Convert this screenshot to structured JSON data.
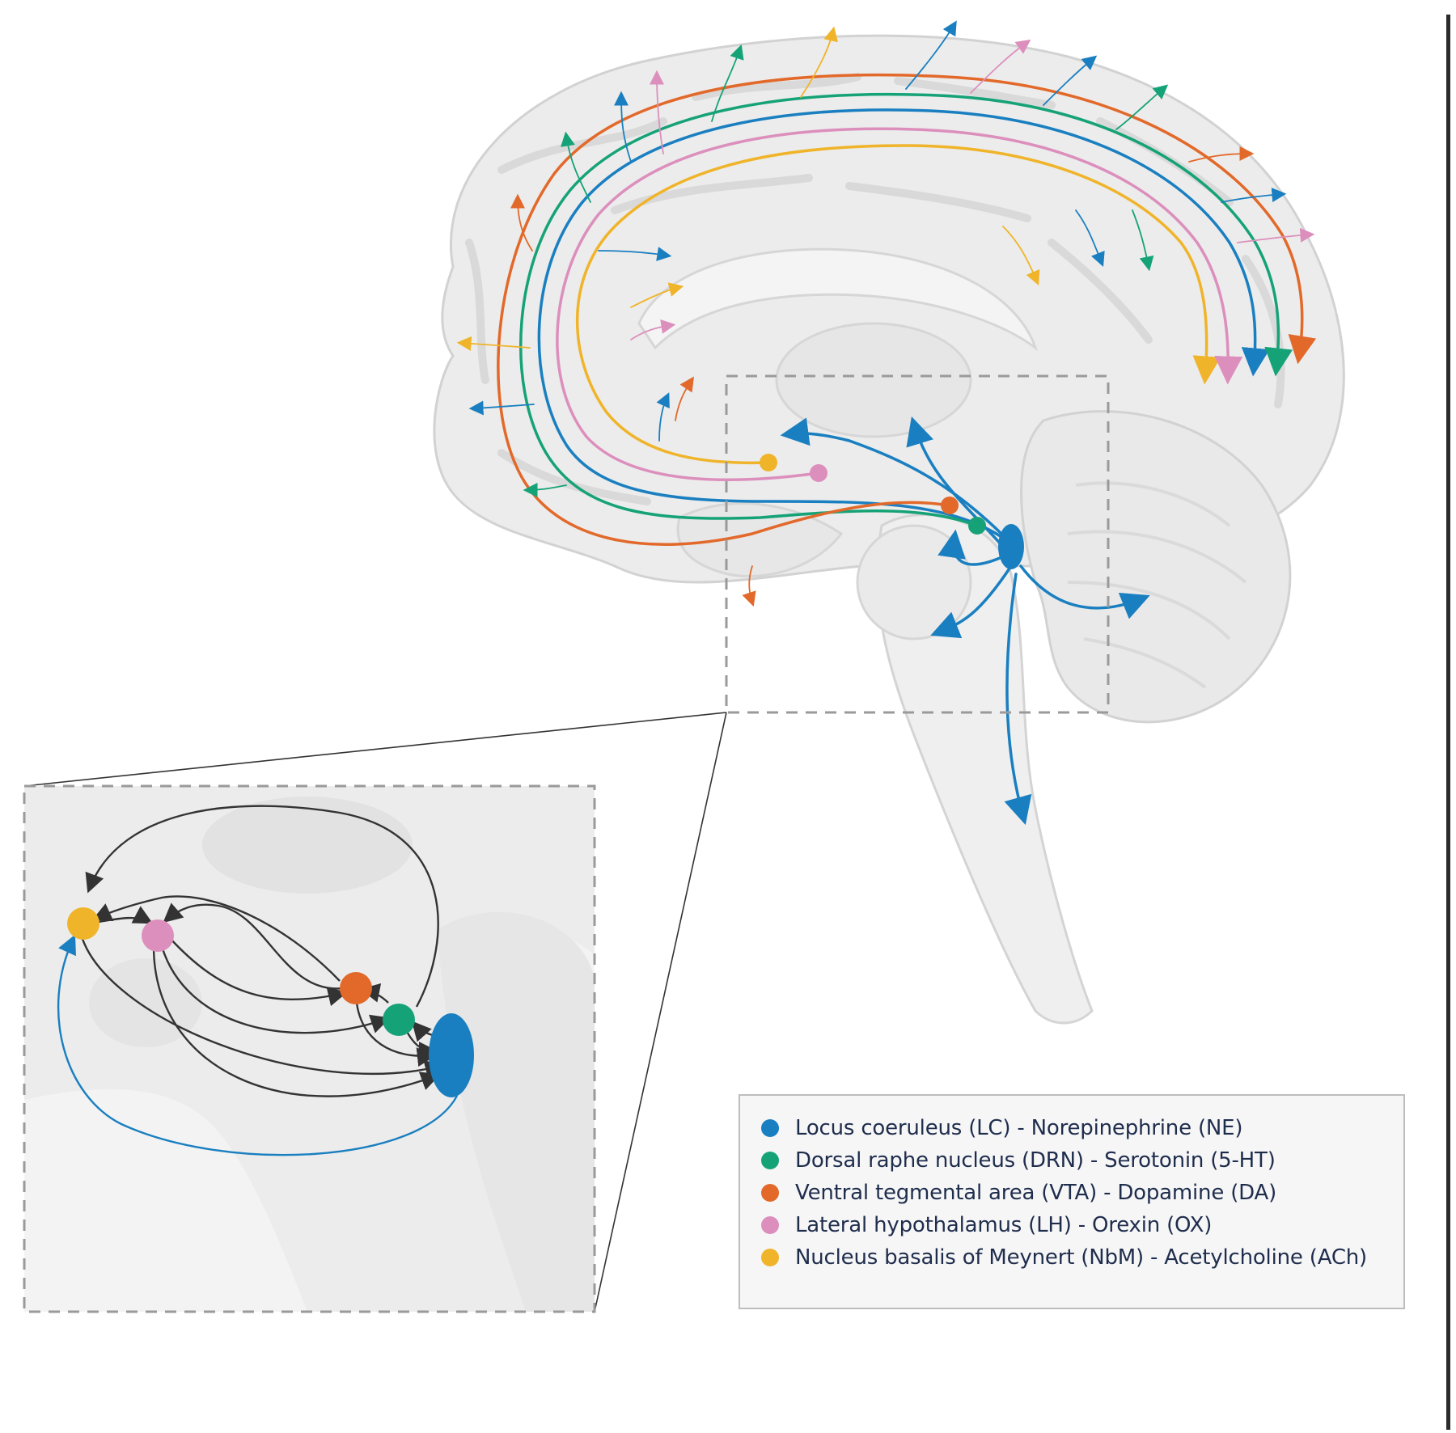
{
  "colors": {
    "lc": "#1a7fc0",
    "drn": "#16a277",
    "vta": "#e2692a",
    "lh": "#dc8fbc",
    "nbm": "#f0b42a",
    "brain_fill": "#ececec",
    "brain_shade": "#dcdcdc",
    "outline": "#d2d2d2",
    "dash": "#9a9a9a",
    "connector": "#333333",
    "text": "#1f2d4d"
  },
  "legend": {
    "items": [
      {
        "key": "lc",
        "label": "Locus coeruleus (LC) - Norepinephrine (NE)"
      },
      {
        "key": "drn",
        "label": "Dorsal raphe nucleus (DRN) - Serotonin (5-HT)"
      },
      {
        "key": "vta",
        "label": "Ventral tegmental area (VTA) - Dopamine (DA)"
      },
      {
        "key": "lh",
        "label": "Lateral hypothalamus (LH) - Orexin (OX)"
      },
      {
        "key": "nbm",
        "label": "Nucleus basalis of Meynert (NbM) - Acetylcholine (ACh)"
      }
    ]
  },
  "icons": {
    "nucleus": "filled-circle",
    "projection_end": "arrowhead"
  }
}
